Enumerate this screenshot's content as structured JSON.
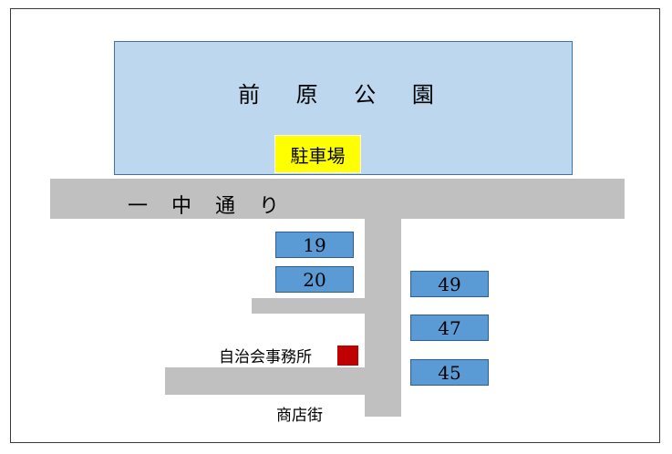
{
  "park": {
    "name": "前 原 公 園"
  },
  "parking": {
    "label": "駐車場"
  },
  "main_road": {
    "name": "一中通り"
  },
  "lots": [
    "19",
    "20",
    "49",
    "47",
    "45"
  ],
  "office": {
    "label": "自治会事務所"
  },
  "shopping_street": {
    "label": "商店街"
  },
  "colors": {
    "park": "#bdd7ee",
    "parking": "#ffff00",
    "road": "#c0c0c0",
    "lot": "#5b9bd5",
    "office_marker": "#c00000"
  }
}
